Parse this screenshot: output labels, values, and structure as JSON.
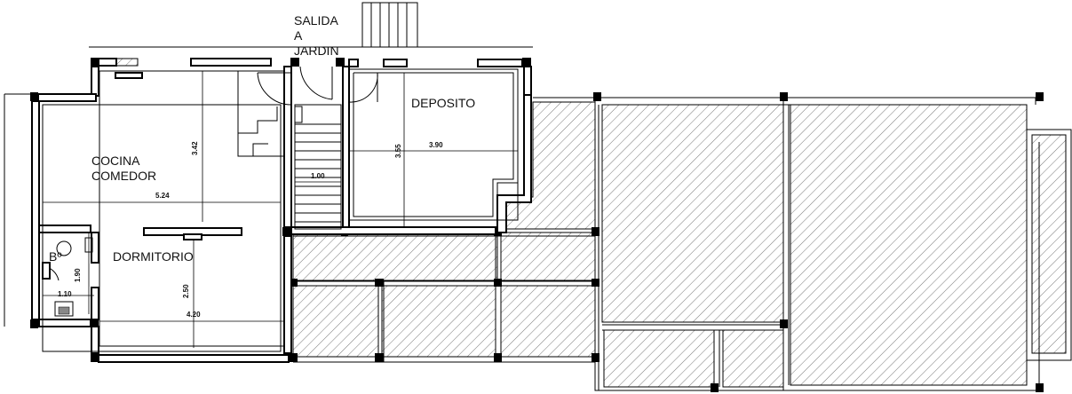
{
  "rooms": {
    "salida_line1": "SALIDA",
    "salida_line2": "A",
    "salida_line3": "JARDIN",
    "deposito": "DEPOSITO",
    "cocina_line1": "COCINA",
    "cocina_line2": "COMEDOR",
    "dormitorio": "DORMITORIO",
    "bano": "Bº"
  },
  "dimensions": {
    "cocina_height": "3.42",
    "cocina_width": "5.24",
    "deposito_height": "3.55",
    "deposito_width": "3.90",
    "stair_width": "1.00",
    "bano_height": "1.90",
    "bano_width": "1.10",
    "dormitorio_height": "2.50",
    "dormitorio_width": "4.20"
  },
  "colors": {
    "line": "#000000",
    "background": "#ffffff",
    "hatch": "#555555"
  }
}
